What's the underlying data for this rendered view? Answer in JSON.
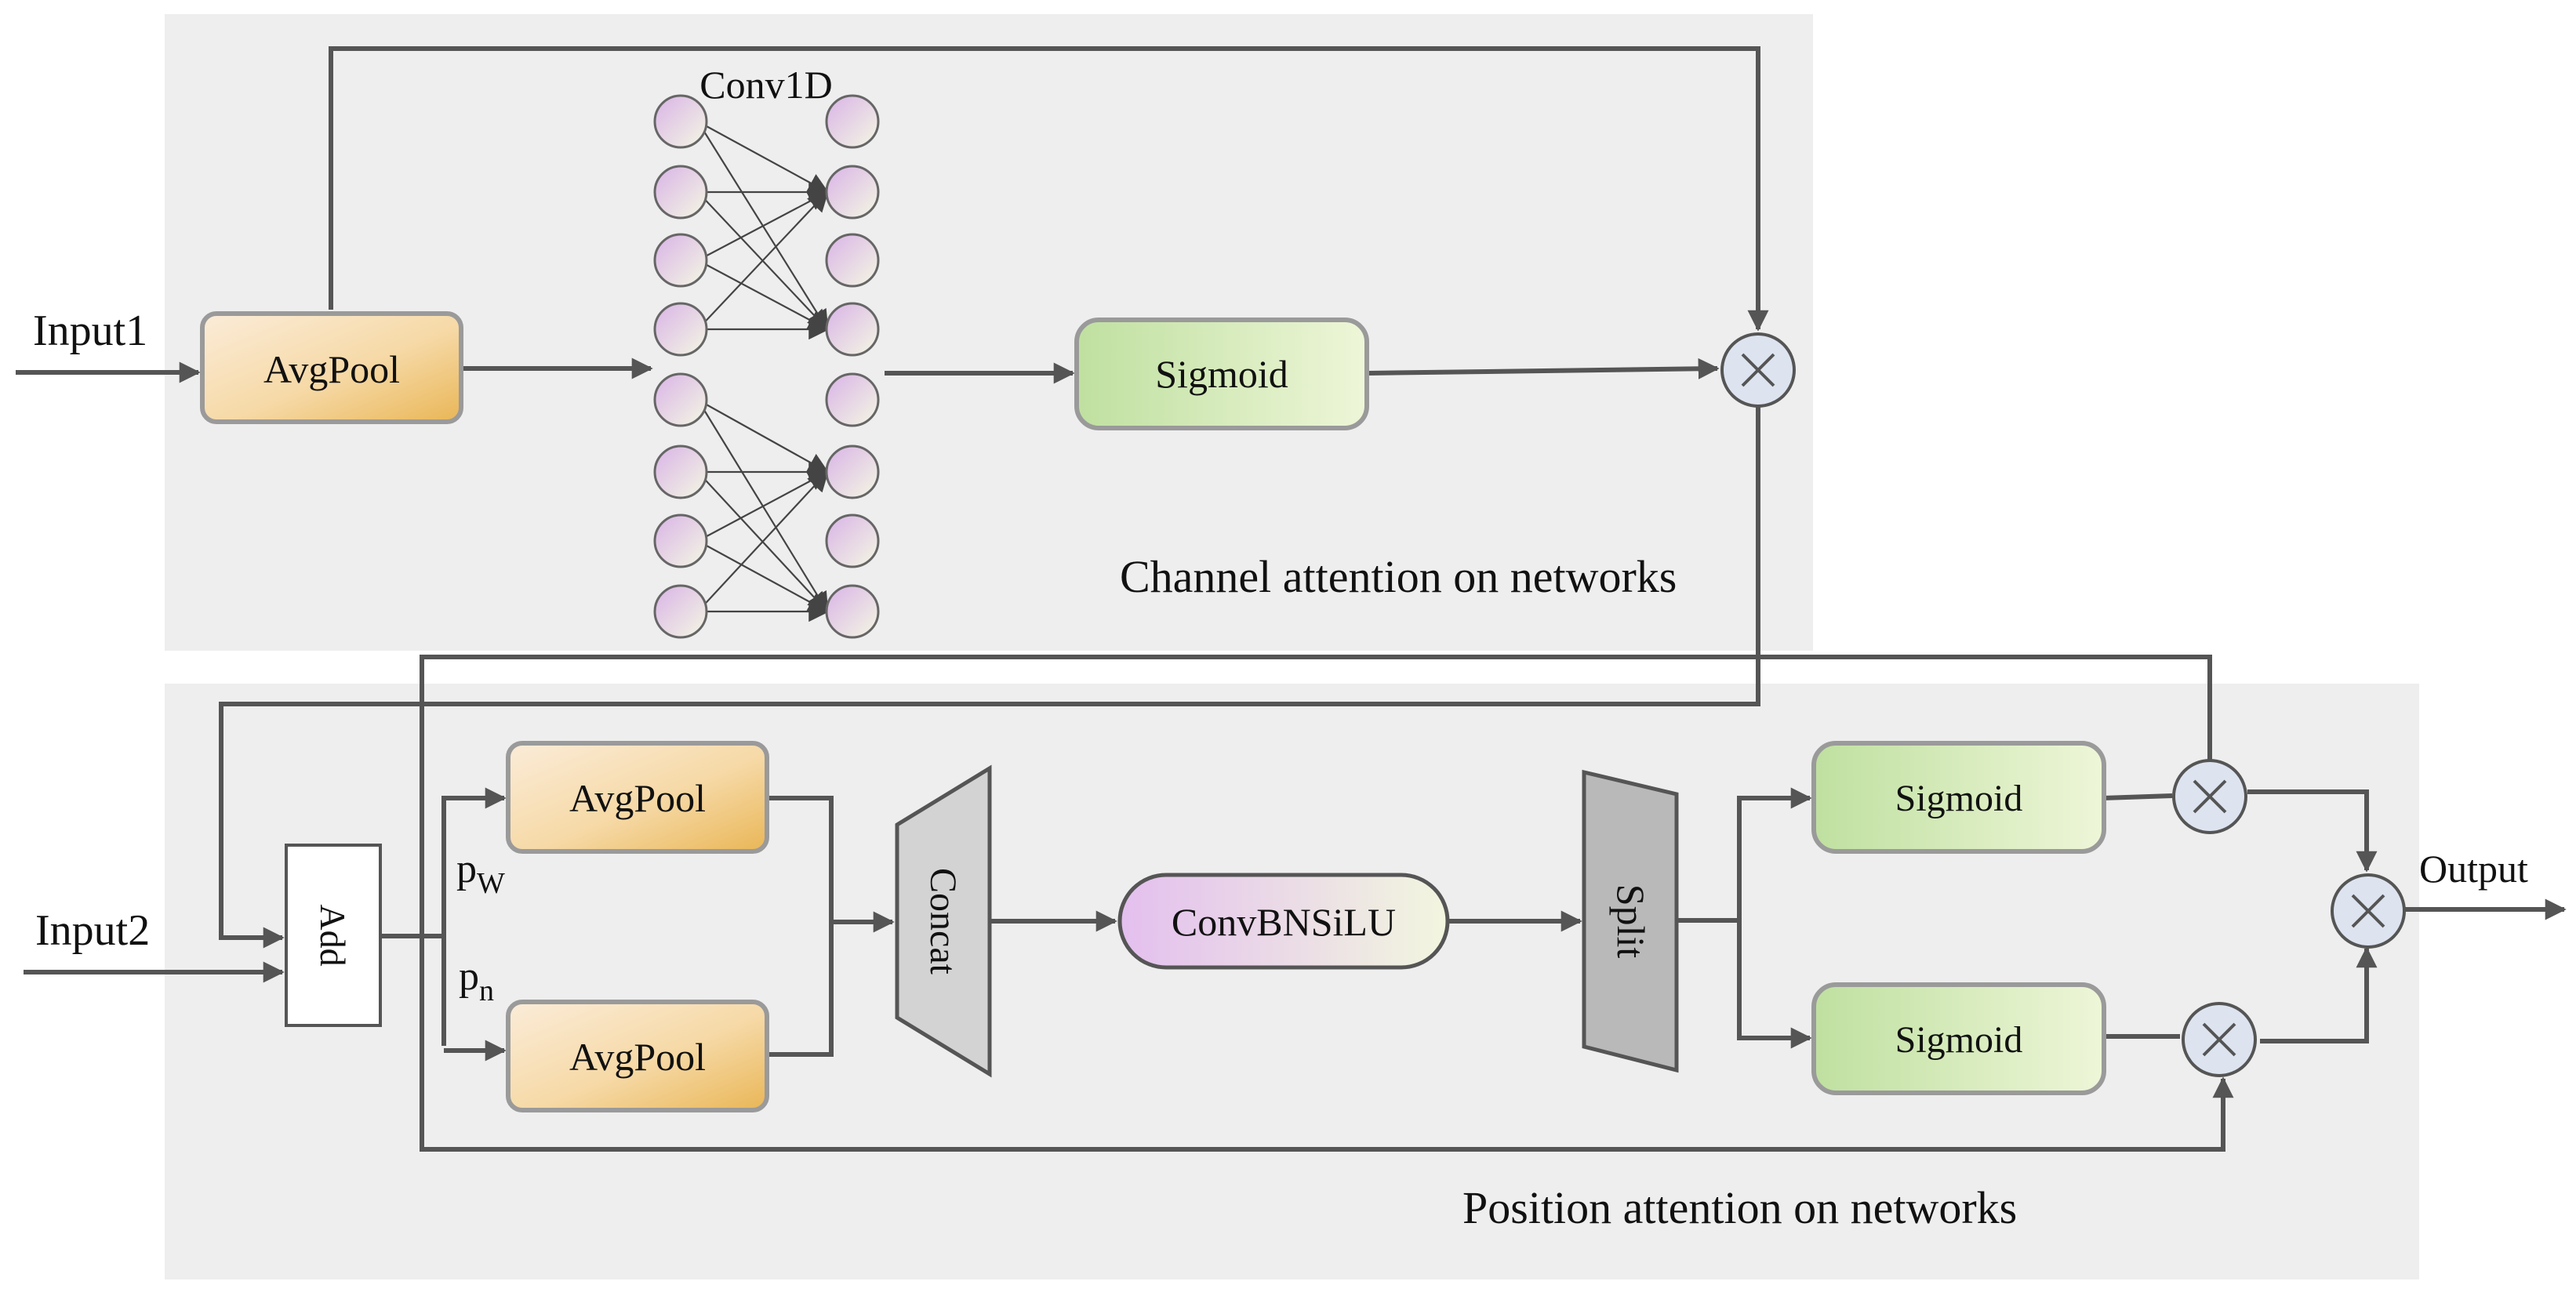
{
  "inputs": {
    "input1": "Input1",
    "input2": "Input2"
  },
  "output": "Output",
  "channel_attention": {
    "title": "Channel attention on networks",
    "avgpool": "AvgPool",
    "conv": "Conv1D",
    "sigmoid": "Sigmoid"
  },
  "position_attention": {
    "title": "Position attention on networks",
    "add": "Add",
    "avgpool_top": "AvgPool",
    "avgpool_bottom": "AvgPool",
    "pw_main": "p",
    "pw_sub": "W",
    "pn_main": "p",
    "pn_sub": "n",
    "concat": "Concat",
    "convbnsilu": "ConvBNSiLU",
    "split": "Split",
    "sigmoid_top": "Sigmoid",
    "sigmoid_bottom": "Sigmoid"
  },
  "colors": {
    "panel": "#eeeeee",
    "avgpool_gradient": [
      "#fbead6",
      "#e9b656"
    ],
    "sigmoid_gradient": [
      "#bfe0a0",
      "#eef6d8"
    ],
    "conv_node_gradient": [
      "#d9b3e6",
      "#f4f8e4"
    ],
    "convbnsilu_gradient": [
      "#e3bfee",
      "#f2f6df"
    ],
    "multiply_op": "#dde4f0"
  }
}
